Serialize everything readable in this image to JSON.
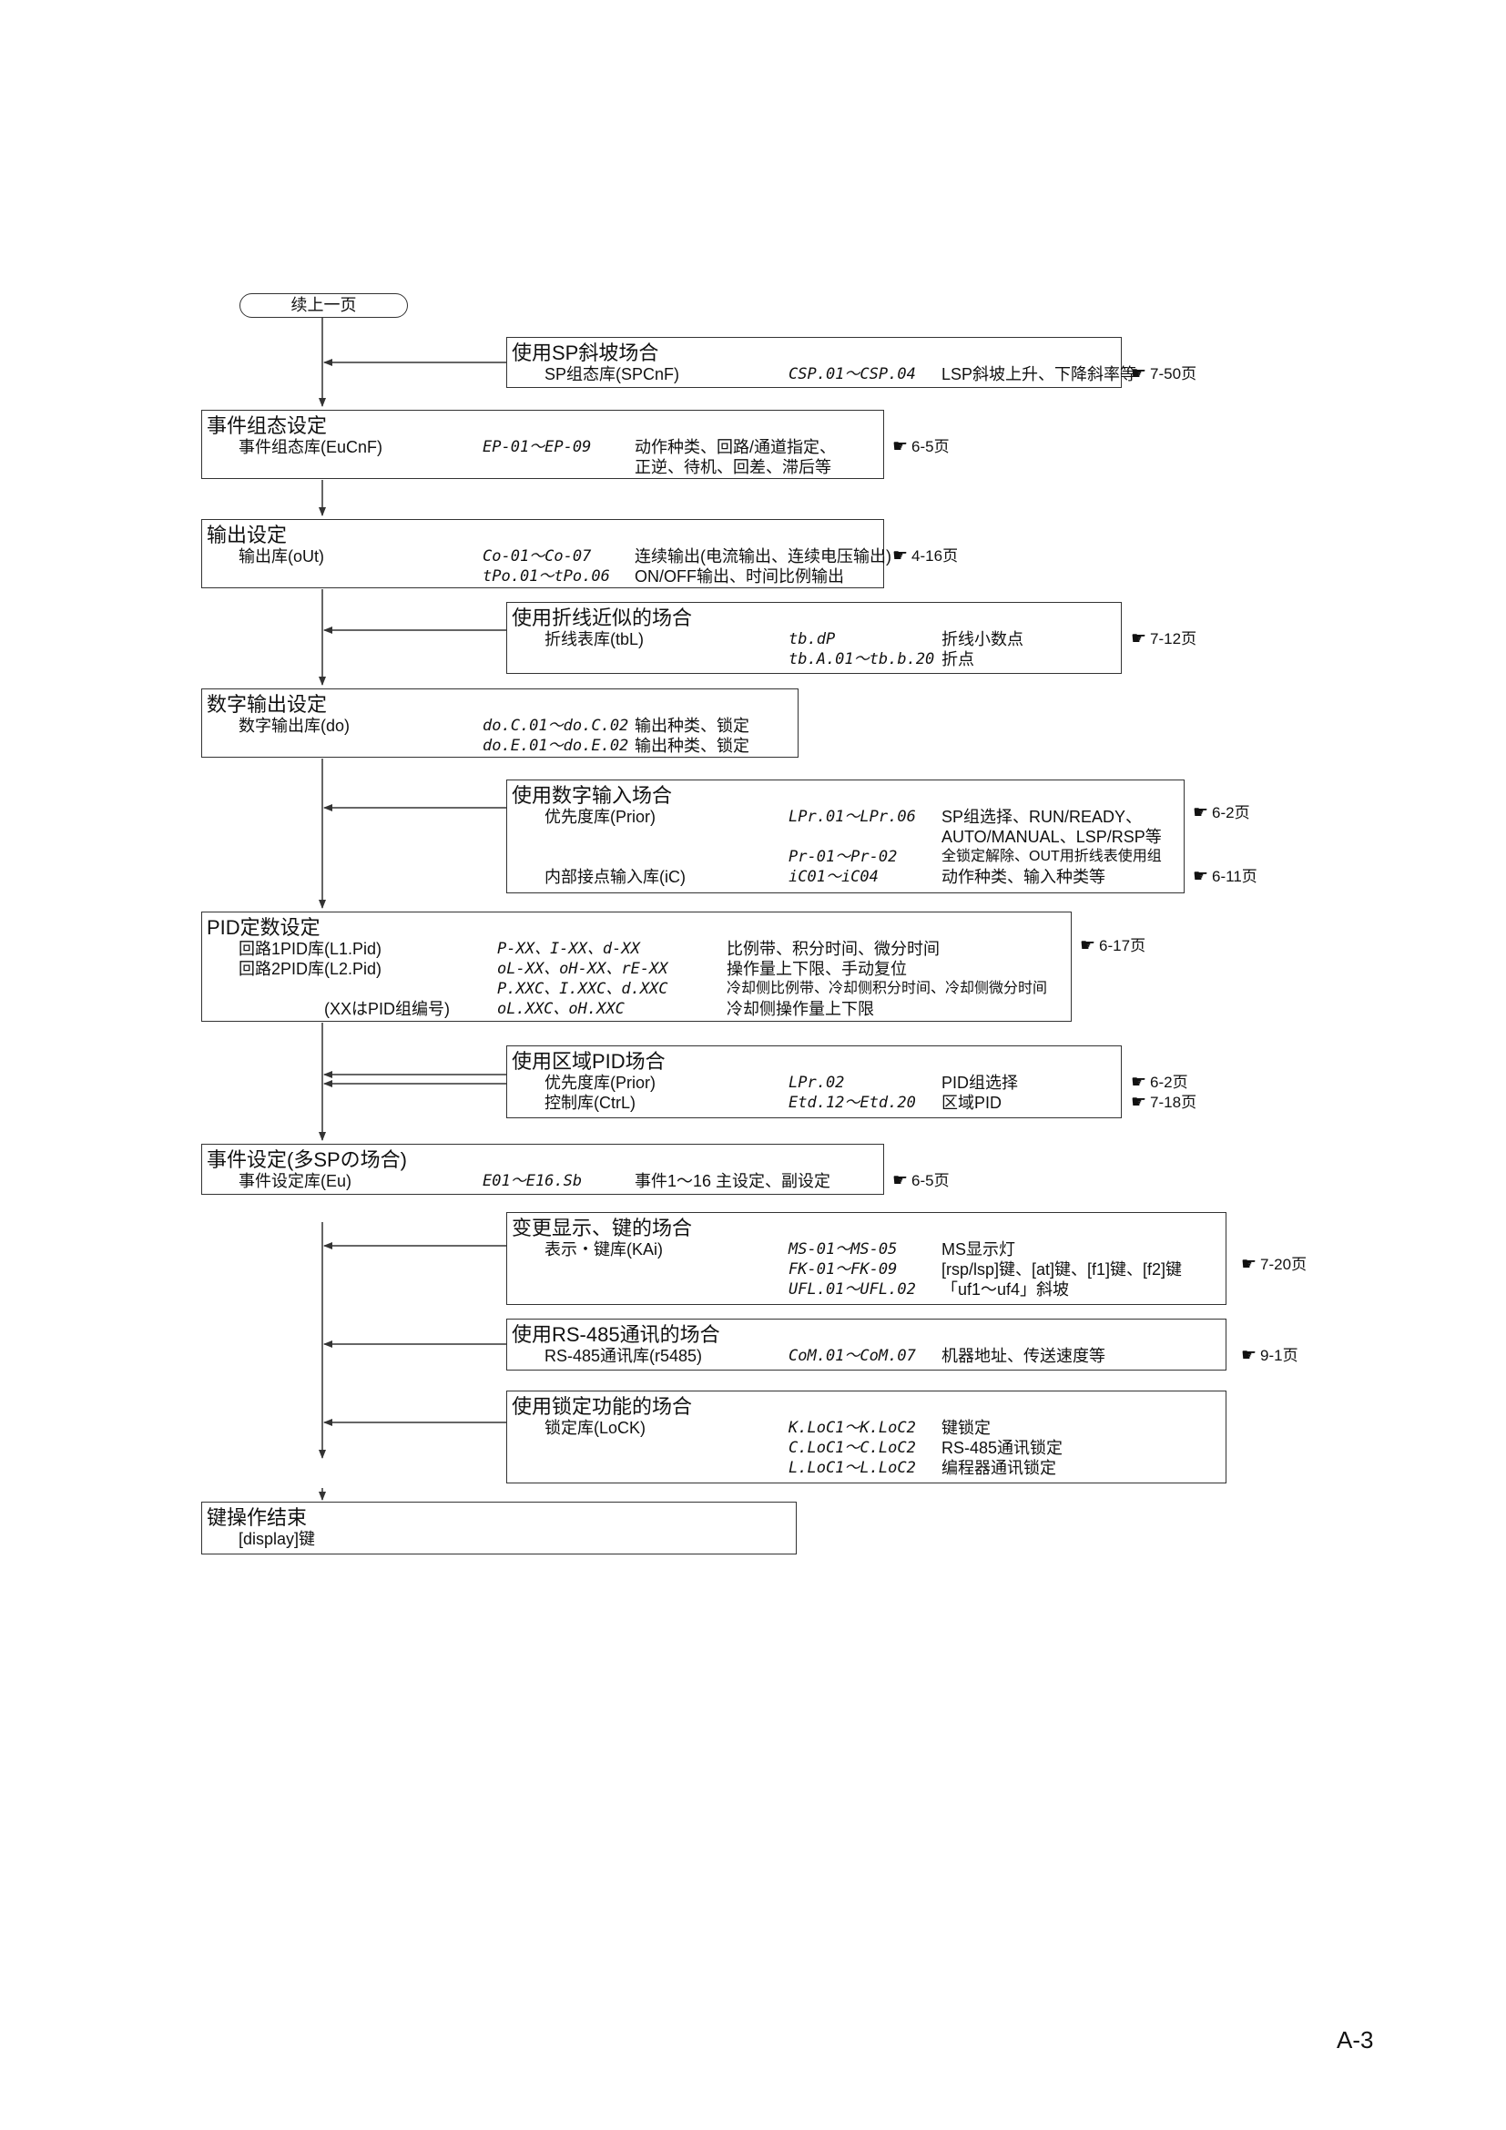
{
  "start": "续上一页",
  "pagenum": "A-3",
  "ref_icon": "☛",
  "b1": {
    "title": "使用SP斜坡场合",
    "r1c1": "SP组态库(SPCnF)",
    "r1c2": "CSP.01～CSP.04",
    "r1c3": "LSP斜坡上升、下降斜率等",
    "ref": "7-50页"
  },
  "b2": {
    "title": "事件组态设定",
    "r1c1": "事件组态库(EuCnF)",
    "r1c2": "EP-01～EP-09",
    "r1c3": "动作种类、回路/通道指定、",
    "r2c3": "正逆、待机、回差、滞后等",
    "ref": "6-5页"
  },
  "b3": {
    "title": "输出设定",
    "r1c1": "输出库(oUt)",
    "r1c2": "Co-01～Co-07",
    "r1c3": "连续输出(电流输出、连续电压输出)",
    "r2c2": "tPo.01～tPo.06",
    "r2c3": "ON/OFF输出、时间比例输出",
    "ref": "4-16页"
  },
  "b4": {
    "title": "使用折线近似的场合",
    "r1c1": "折线表库(tbL)",
    "r1c2": "tb.dP",
    "r1c3": "折线小数点",
    "r2c2": "tb.A.01～tb.b.20",
    "r2c3": "折点",
    "ref": "7-12页"
  },
  "b5": {
    "title": "数字输出设定",
    "r1c1": "数字输出库(do)",
    "r1c2": "do.C.01～do.C.02",
    "r1c3": "输出种类、锁定",
    "r2c2": "do.E.01～do.E.02",
    "r2c3": "输出种类、锁定"
  },
  "b6": {
    "title": "使用数字输入场合",
    "r1c1": "优先度库(Prior)",
    "r1c2": "LPr.01～LPr.06",
    "r1c3": "SP组选择、RUN/READY、",
    "r2c3": "AUTO/MANUAL、LSP/RSP等",
    "r3c2": "Pr-01～Pr-02",
    "r3c3": "全锁定解除、OUT用折线表使用组",
    "r4c1": "内部接点输入库(iC)",
    "r4c2": "iC01～iC04",
    "r4c3": "动作种类、输入种类等",
    "ref1": "6-2页",
    "ref2": "6-11页"
  },
  "b7": {
    "title": "PID定数设定",
    "r1c1": "回路1PID库(L1.Pid)",
    "r1c2": "P-XX、I-XX、d-XX",
    "r1c3": "比例带、积分时间、微分时间",
    "r2c1": "回路2PID库(L2.Pid)",
    "r2c2": "oL-XX、oH-XX、rE-XX",
    "r2c3": "操作量上下限、手动复位",
    "r3c2": "P.XXC、I.XXC、d.XXC",
    "r3c3": "冷却侧比例带、冷却侧积分时间、冷却侧微分时间",
    "r4c1": "(XXはPID组编号)",
    "r4c2": "oL.XXC、oH.XXC",
    "r4c3": "冷却侧操作量上下限",
    "ref": "6-17页"
  },
  "b8": {
    "title": "使用区域PID场合",
    "r1c1": "优先度库(Prior)",
    "r1c2": "LPr.02",
    "r1c3": "PID组选择",
    "r2c1": "控制库(CtrL)",
    "r2c2": "Etd.12～Etd.20",
    "r2c3": "区域PID",
    "ref1": "6-2页",
    "ref2": "7-18页"
  },
  "b9": {
    "title": "事件设定(多SPの场合)",
    "r1c1": "事件设定库(Eu)",
    "r1c2": "E01～E16.Sb",
    "r1c3": "事件1～16 主设定、副设定",
    "ref": "6-5页"
  },
  "b10": {
    "title": "变更显示、键的场合",
    "r1c1": "表示・键库(KAi)",
    "r1c2": "MS-01～MS-05",
    "r1c3": "MS显示灯",
    "r2c2": "FK-01～FK-09",
    "r2c3": "[rsp/lsp]键、[at]键、[f1]键、[f2]键",
    "r3c2": "UFL.01～UFL.02",
    "r3c3": "「uf1～uf4」斜坡",
    "ref": "7-20页"
  },
  "b11": {
    "title": "使用RS-485通讯的场合",
    "r1c1": "RS-485通讯库(r5485)",
    "r1c2": "CoM.01～CoM.07",
    "r1c3": "机器地址、传送速度等",
    "ref": "9-1页"
  },
  "b12": {
    "title": "使用锁定功能的场合",
    "r1c1": "锁定库(LoCK)",
    "r1c2": "K.LoC1～K.LoC2",
    "r1c3": "键锁定",
    "r2c2": "C.LoC1～C.LoC2",
    "r2c3": "RS-485通讯锁定",
    "r3c2": "L.LoC1～L.LoC2",
    "r3c3": "编程器通讯锁定"
  },
  "b13": {
    "title": "键操作结束",
    "r1c1": "[display]键"
  }
}
